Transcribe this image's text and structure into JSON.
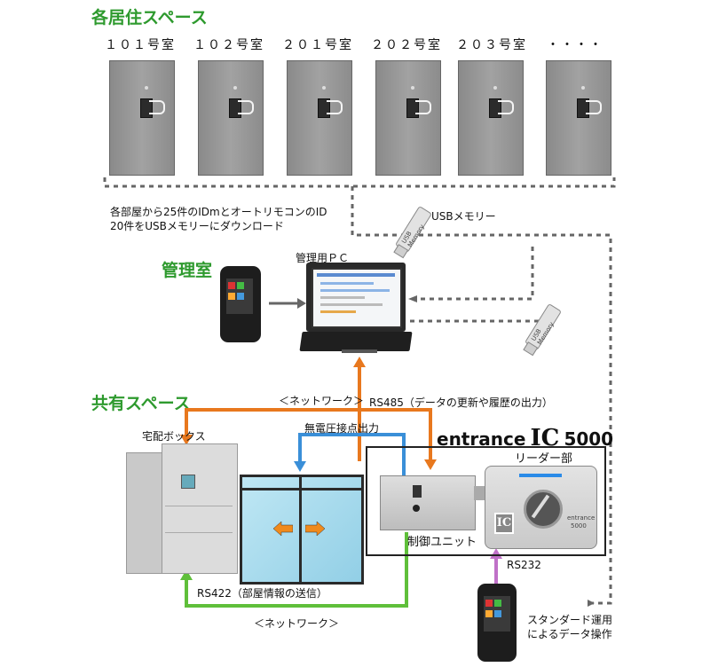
{
  "headings": {
    "residential": "各居住スペース",
    "management": "管理室",
    "shared": "共有スペース"
  },
  "rooms": [
    "１０１号室",
    "１０２号室",
    "２０１号室",
    "２０２号室",
    "２０３号室",
    "・・・・"
  ],
  "labels": {
    "download_note_1": "各部屋から25件のIDmとオートリモコンのID",
    "download_note_2": "20件をUSBメモリーにダウンロード",
    "usb_memory": "USBメモリー",
    "usb_stick_text": "USB Memory",
    "admin_pc": "管理用ＰＣ",
    "network_top": "＜ネットワーク＞",
    "rs485": "RS485（データの更新や履歴の出力）",
    "no_voltage_output": "無電圧接点出力",
    "delivery_box": "宅配ボックス",
    "product_name": "entrance",
    "product_ic": "IC",
    "product_model": "5000",
    "reader_unit": "リーダー部",
    "control_unit": "制御ユニット",
    "rs422": "RS422（部屋情報の送信）",
    "network_bottom": "＜ネットワーク＞",
    "rs232": "RS232",
    "standard_ops_1": "スタンダード運用",
    "standard_ops_2": "によるデータ操作",
    "reader_ic_badge": "IC",
    "reader_brand": "entrance",
    "reader_model": "5000"
  },
  "colors": {
    "heading_green": "#2e9a2e",
    "rs485_orange": "#e8781e",
    "output_blue": "#3a8fd8",
    "rs422_green": "#5fbf3a",
    "rs232_purple": "#c071c8",
    "dotted_gray": "#666666"
  }
}
